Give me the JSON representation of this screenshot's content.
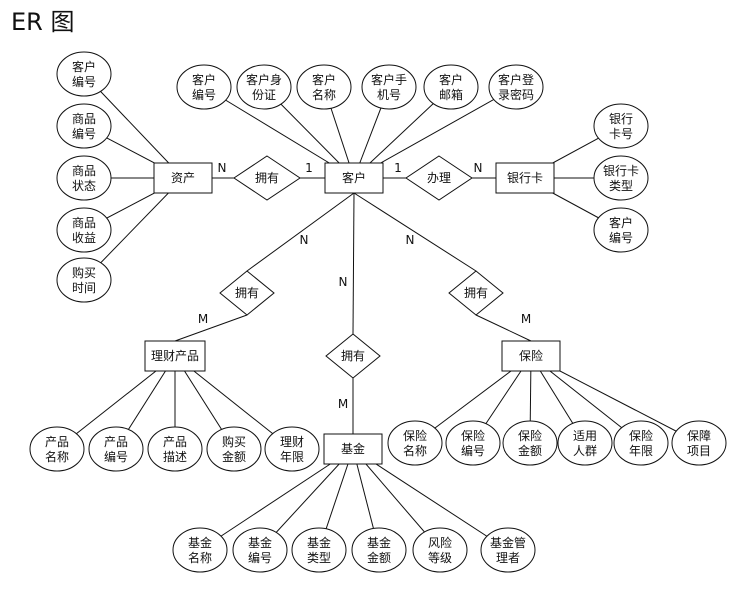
{
  "title": "ER 图",
  "entities": [
    {
      "id": "asset",
      "label": "资产"
    },
    {
      "id": "customer",
      "label": "客户"
    },
    {
      "id": "bankcard",
      "label": "银行卡"
    },
    {
      "id": "wealth",
      "label": "理财产品"
    },
    {
      "id": "fund",
      "label": "基金"
    },
    {
      "id": "insurance",
      "label": "保险"
    }
  ],
  "relationships": [
    {
      "id": "r_asset",
      "label": "拥有",
      "links": [
        {
          "to": "asset",
          "card": "N"
        },
        {
          "to": "customer",
          "card": "1"
        }
      ]
    },
    {
      "id": "r_card",
      "label": "办理",
      "links": [
        {
          "to": "customer",
          "card": "1"
        },
        {
          "to": "bankcard",
          "card": "N"
        }
      ]
    },
    {
      "id": "r_wealth",
      "label": "拥有",
      "links": [
        {
          "to": "customer",
          "card": "N"
        },
        {
          "to": "wealth",
          "card": "M"
        }
      ]
    },
    {
      "id": "r_fund",
      "label": "拥有",
      "links": [
        {
          "to": "customer",
          "card": "N"
        },
        {
          "to": "fund",
          "card": "M"
        }
      ]
    },
    {
      "id": "r_ins",
      "label": "拥有",
      "links": [
        {
          "to": "customer",
          "card": "N"
        },
        {
          "to": "insurance",
          "card": "M"
        }
      ]
    }
  ],
  "attributes": {
    "customer": [
      [
        "客户",
        "编号"
      ],
      [
        "客户身",
        "份证"
      ],
      [
        "客户",
        "名称"
      ],
      [
        "客户手",
        "机号"
      ],
      [
        "客户",
        "邮箱"
      ],
      [
        "客户登",
        "录密码"
      ]
    ],
    "asset": [
      [
        "客户",
        "编号"
      ],
      [
        "商品",
        "编号"
      ],
      [
        "商品",
        "状态"
      ],
      [
        "商品",
        "收益"
      ],
      [
        "购买",
        "时间"
      ]
    ],
    "bankcard": [
      [
        "银行",
        "卡号"
      ],
      [
        "银行卡",
        "类型"
      ],
      [
        "客户",
        "编号"
      ]
    ],
    "wealth": [
      [
        "产品",
        "名称"
      ],
      [
        "产品",
        "编号"
      ],
      [
        "产品",
        "描述"
      ],
      [
        "购买",
        "金额"
      ],
      [
        "理财",
        "年限"
      ]
    ],
    "insurance": [
      [
        "保险",
        "名称"
      ],
      [
        "保险",
        "编号"
      ],
      [
        "保险",
        "金额"
      ],
      [
        "适用",
        "人群"
      ],
      [
        "保险",
        "年限"
      ],
      [
        "保障",
        "项目"
      ]
    ],
    "fund": [
      [
        "基金",
        "名称"
      ],
      [
        "基金",
        "编号"
      ],
      [
        "基金",
        "类型"
      ],
      [
        "基金",
        "金额"
      ],
      [
        "风险",
        "等级"
      ],
      [
        "基金管",
        "理者"
      ]
    ]
  }
}
